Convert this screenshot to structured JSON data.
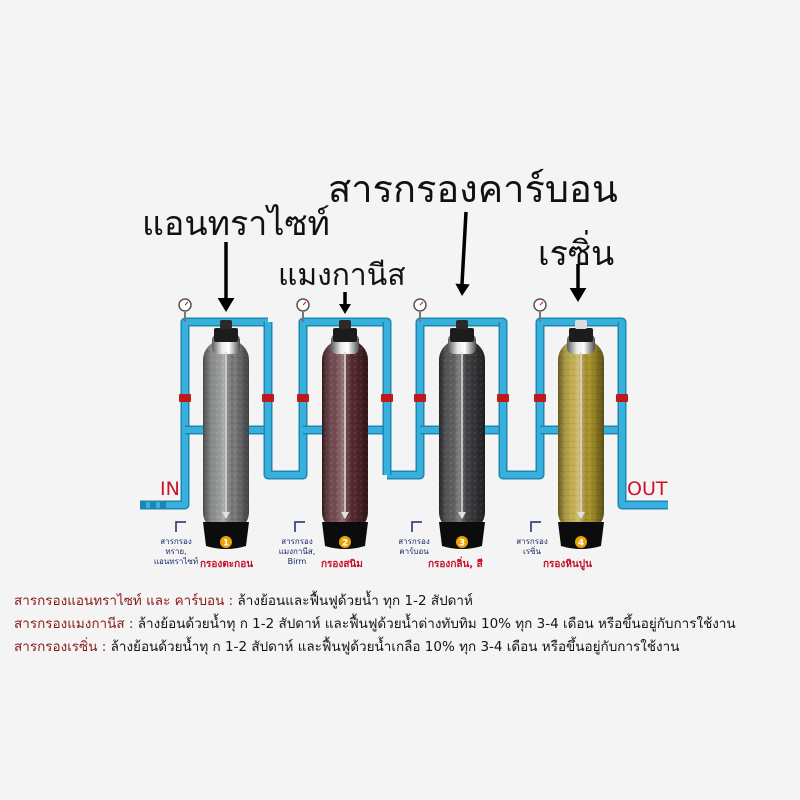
{
  "callouts": {
    "carbon": "สารกรองคาร์บอน",
    "anthracite": "แอนทราไซท์",
    "manganese": "แมงกานีส",
    "resin": "เรซิ่น"
  },
  "ports": {
    "in": "IN",
    "out": "OUT"
  },
  "tanks": [
    {
      "number": "1",
      "media": [
        "สารกรอง",
        "ทราย,",
        "แอนทราไซท์"
      ],
      "label": "กรองตะกอน",
      "fill": "#7d7f80"
    },
    {
      "number": "2",
      "media": [
        "สารกรอง",
        "แมงกานีส,",
        "Birm"
      ],
      "label": "กรองสนิม",
      "fill": "#5a2a30"
    },
    {
      "number": "3",
      "media": [
        "สารกรอง",
        "คาร์บอน"
      ],
      "label": "กรองกลิ่น, สี",
      "fill": "#3c3d3f"
    },
    {
      "number": "4",
      "media": [
        "สารกรอง",
        "เรซิ่น"
      ],
      "label": "กรองหินปูน",
      "fill": "#b39a2a"
    }
  ],
  "notes": [
    {
      "label": "สารกรองแอนทราไซท์ และ คาร์บอน :",
      "text": " ล้างย้อนและฟื้นฟูด้วยน้ำ ทุก 1-2 สัปดาห์"
    },
    {
      "label": "สารกรองแมงกานีส :",
      "text": " ล้างย้อนด้วยน้ำทุ ก 1-2 สัปดาห์ และฟื้นฟูด้วยน้ำด่างทับทิม 10% ทุก 3-4 เดือน หรือขึ้นอยู่กับการใช้งาน"
    },
    {
      "label": "สารกรองเรซิ่น :",
      "text": " ล้างย้อนด้วยน้ำทุ ก 1-2 สัปดาห์ และฟื้นฟูด้วยน้ำเกลือ 10% ทุก 3-4 เดือน หรือขึ้นอยู่กับการใช้งาน"
    }
  ],
  "colors": {
    "pipe": "#38b0dc",
    "pipe_dark": "#1f86b3",
    "port_text": "#d0102a",
    "note_label": "#8b1a1a"
  }
}
